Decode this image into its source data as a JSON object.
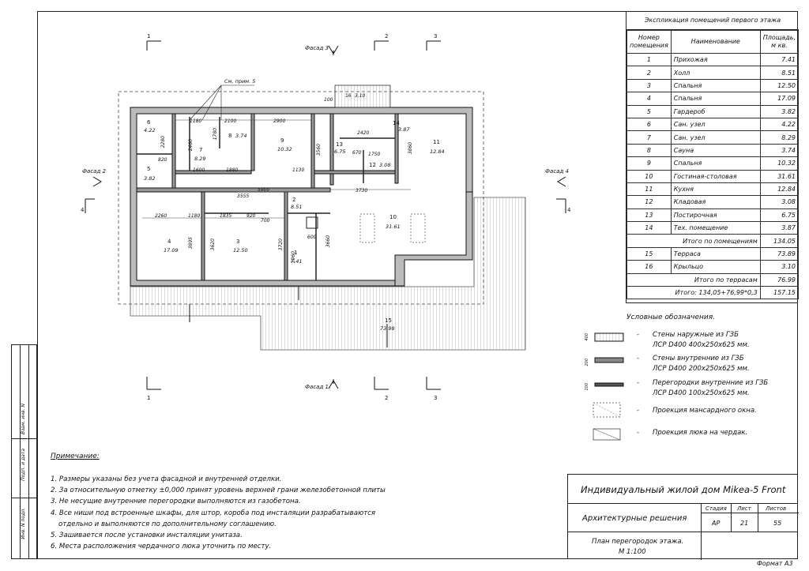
{
  "explication": {
    "title": "Экспликация помещений первого этажа",
    "headers": {
      "num": "Номер помещения",
      "name": "Наименование",
      "area": "Площадь, м кв."
    },
    "rooms": [
      {
        "num": "1",
        "name": "Прихожая",
        "area": "7.41"
      },
      {
        "num": "2",
        "name": "Холл",
        "area": "8.51"
      },
      {
        "num": "3",
        "name": "Спальня",
        "area": "12.50"
      },
      {
        "num": "4",
        "name": "Спальня",
        "area": "17.09"
      },
      {
        "num": "5",
        "name": "Гардероб",
        "area": "3.82"
      },
      {
        "num": "6",
        "name": "Сан. узел",
        "area": "4.22"
      },
      {
        "num": "7",
        "name": "Сан. узел",
        "area": "8.29"
      },
      {
        "num": "8",
        "name": "Сауна",
        "area": "3.74"
      },
      {
        "num": "9",
        "name": "Спальня",
        "area": "10.32"
      },
      {
        "num": "10",
        "name": "Гостиная-столовая",
        "area": "31.61"
      },
      {
        "num": "11",
        "name": "Кухня",
        "area": "12.84"
      },
      {
        "num": "12",
        "name": "Кладовая",
        "area": "3.08"
      },
      {
        "num": "13",
        "name": "Постирочная",
        "area": "6.75"
      },
      {
        "num": "14",
        "name": "Тех. помещение",
        "area": "3.87"
      }
    ],
    "total_rooms_label": "Итого по помещениям",
    "total_rooms": "134.05",
    "outdoor": [
      {
        "num": "15",
        "name": "Терраса",
        "area": "73.89"
      },
      {
        "num": "16",
        "name": "Крыльцо",
        "area": "3.10"
      }
    ],
    "total_terrace_label": "Итого по террасам",
    "total_terrace": "76.99",
    "grand_total_label": "Итого: 134,05+76,99*0,3",
    "grand_total": "157.15"
  },
  "legend": {
    "title": "Условные обозначения.",
    "items": [
      {
        "line1": "Стены наружные из ГЗБ",
        "line2": "ЛСР D400 400x250x625 мм.",
        "dim": "400"
      },
      {
        "line1": "Стены внутренние из ГЗБ",
        "line2": "ЛСР D400 200x250x625 мм.",
        "dim": "200"
      },
      {
        "line1": "Перегородки внутренние из ГЗБ",
        "line2": "ЛСР D400 100x250x625 мм.",
        "dim": "100"
      },
      {
        "line1": "Проекция мансардного окна.",
        "line2": "",
        "dim": ""
      },
      {
        "line1": "Проекция люка на чердак.",
        "line2": "",
        "dim": ""
      }
    ]
  },
  "notes": {
    "title": "Примечание:",
    "items": [
      "1. Размеры указаны без учета фасадной и внутренней отделки.",
      "2. За относительную отметку ±0,000 принят уровень верхней грани железобетонной плиты",
      "3. Не несущие внутренние перегородки выполняются из газобетона.",
      "4. Все ниши под встроенные шкафы, для штор, короба под инсталяции разрабатываются",
      "отдельно и выполняются по дополнительному соглашению.",
      "5. Зашивается после установки инсталяции унитаза.",
      "6. Места расположения чердачного люка уточнить по месту."
    ]
  },
  "stamp": {
    "project": "Индивидуальный жилой дом Mikea-5 Front",
    "section": "Архитектурные решения",
    "stage_label": "Стадия",
    "sheet_label": "Лист",
    "sheets_label": "Листов",
    "stage": "АР",
    "sheet": "21",
    "sheets": "55",
    "drawing_title": "План перегородок этажа.",
    "scale": "М 1:100"
  },
  "format": "Формат А3",
  "side_strip": [
    "Инв. N подл.",
    "Подп. и дата",
    "Взам. инв. N"
  ],
  "plan": {
    "facades": {
      "top": "Фасад 3",
      "bottom": "Фасад 1",
      "left": "Фасад 2",
      "right": "Фасад 4"
    },
    "axes": {
      "a": "1",
      "b": "2",
      "c": "3",
      "d": "4"
    },
    "note_callout": "См. прим. 5",
    "rooms": [
      {
        "n": "1",
        "area": "7.41"
      },
      {
        "n": "2",
        "area": "8.51"
      },
      {
        "n": "3",
        "area": "12.50"
      },
      {
        "n": "4",
        "area": "17.09"
      },
      {
        "n": "5",
        "area": "3.82"
      },
      {
        "n": "6",
        "area": "4.22"
      },
      {
        "n": "7",
        "area": "8.29"
      },
      {
        "n": "8",
        "area": "3.74"
      },
      {
        "n": "9",
        "area": "10.32"
      },
      {
        "n": "10",
        "area": "31.61"
      },
      {
        "n": "11",
        "area": "12.84"
      },
      {
        "n": "12",
        "area": "3.08"
      },
      {
        "n": "13",
        "area": "6.75"
      },
      {
        "n": "14",
        "area": "3.87"
      },
      {
        "n": "15",
        "area": "73.98"
      },
      {
        "n": "16",
        "area": "3.10"
      }
    ],
    "dims": {
      "d1180a": "1180",
      "d2100": "2100",
      "d2900": "2900",
      "d3560": "3560",
      "d2420": "2420",
      "d1750": "1750",
      "d3730": "3730",
      "d5900": "5900",
      "d3555": "3555",
      "d2260": "2260",
      "d1835": "1835",
      "d920": "920",
      "d3895": "3895",
      "d3620": "3620",
      "d3720": "3720",
      "d2960": "2960",
      "d1880": "1880",
      "d1600": "1600",
      "d1130": "1130",
      "d3860": "3860",
      "d3660": "3660",
      "d100": "100",
      "d600": "600",
      "d700": "700",
      "d1780": "1780",
      "d820": "820",
      "d2280": "2280",
      "d2460": "2460",
      "d670": "670",
      "d1180b": "1180"
    }
  }
}
